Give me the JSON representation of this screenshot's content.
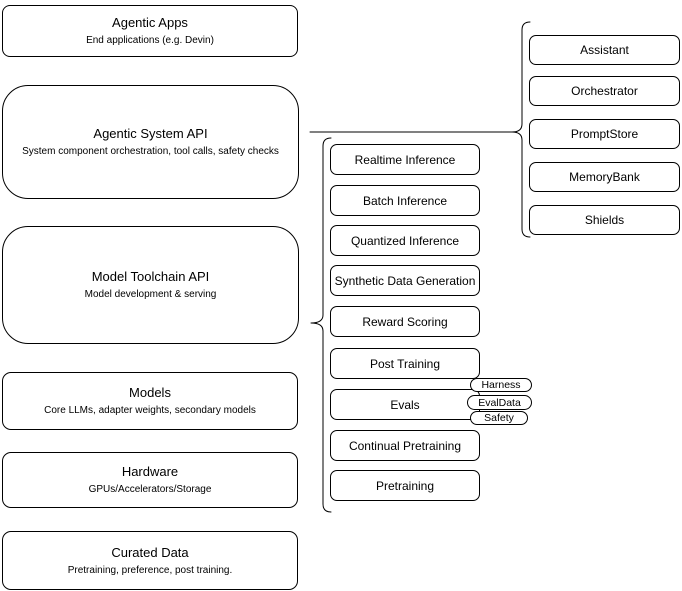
{
  "left_stack": [
    {
      "title": "Agentic Apps",
      "subtitle": "End applications (e.g. Devin)"
    },
    {
      "title": "Agentic System API",
      "subtitle": "System component orchestration, tool calls, safety checks"
    },
    {
      "title": "Model Toolchain API",
      "subtitle": "Model development & serving"
    },
    {
      "title": "Models",
      "subtitle": "Core LLMs, adapter weights, secondary models"
    },
    {
      "title": "Hardware",
      "subtitle": "GPUs/Accelerators/Storage"
    },
    {
      "title": "Curated Data",
      "subtitle": "Pretraining, preference, post training."
    }
  ],
  "toolchain_components": [
    "Realtime Inference",
    "Batch Inference",
    "Quantized Inference",
    "Synthetic Data Generation",
    "Reward Scoring",
    "Post Training",
    "Evals",
    "Continual Pretraining",
    "Pretraining"
  ],
  "evals_tags": [
    "Harness",
    "EvalData",
    "Safety"
  ],
  "system_components": [
    "Assistant",
    "Orchestrator",
    "PromptStore",
    "MemoryBank",
    "Shields"
  ],
  "colors": {
    "stroke": "#000000",
    "fill": "#ffffff"
  }
}
